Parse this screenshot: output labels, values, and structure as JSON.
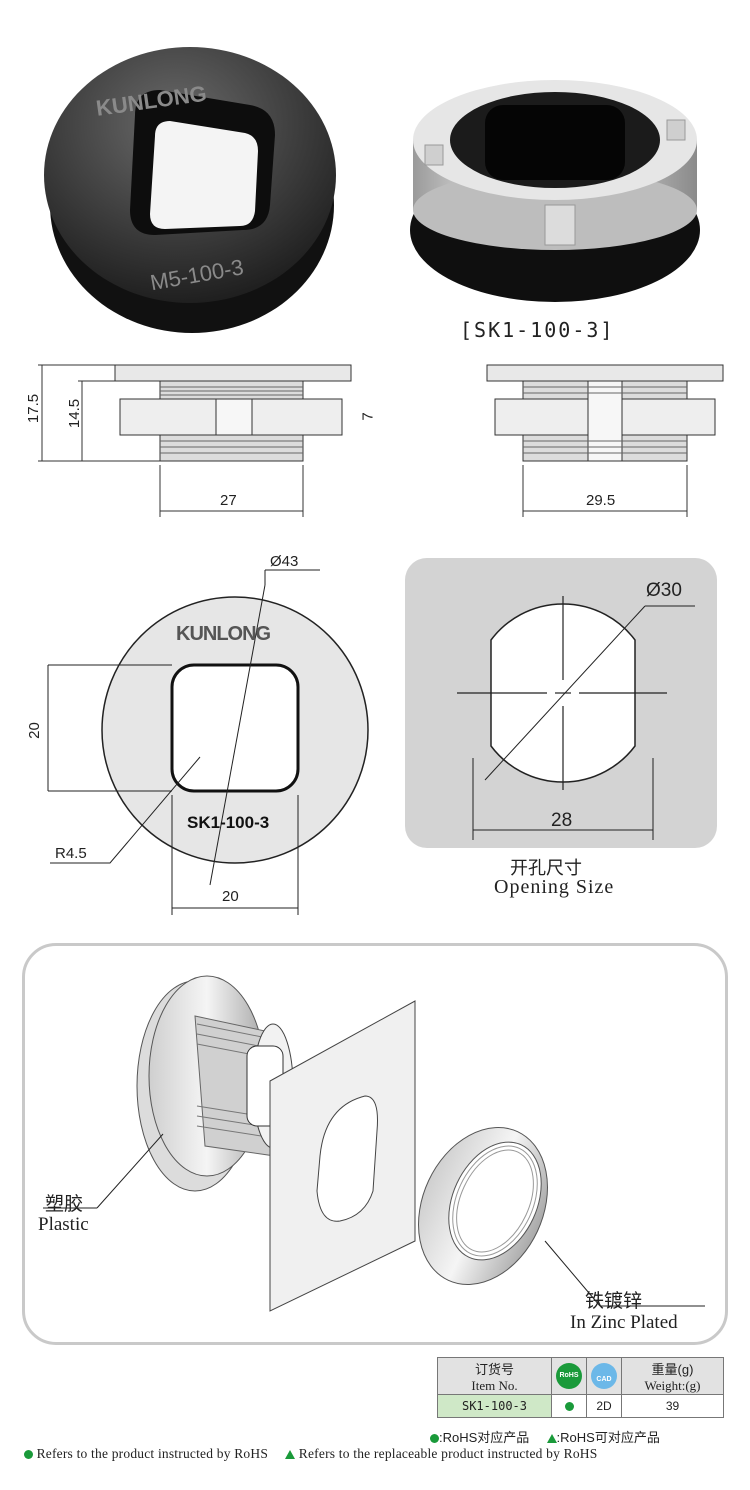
{
  "photo": {
    "left_part_logo": "KUNLONG",
    "left_part_code": "M5-100-3",
    "product_code_label": "[SK1-100-3]"
  },
  "side_views": {
    "left": {
      "height_total": "17.5",
      "height_body": "14.5",
      "width": "27"
    },
    "right": {
      "nut_height": "7",
      "width": "29.5"
    }
  },
  "front_view": {
    "logo": "KUNLONG",
    "diameter": "Ø43",
    "square_height": "20",
    "square_width": "20",
    "radius": "R4.5",
    "part_code": "SK1-100-3"
  },
  "opening": {
    "diameter": "Ø30",
    "flat_width": "28",
    "title_cn": "开孔尺寸",
    "title_en": "Opening Size"
  },
  "assembly": {
    "plastic_cn": "塑胶",
    "plastic_en": "Plastic",
    "zinc_cn": "铁镀锌",
    "zinc_en": "In Zinc Plated"
  },
  "table": {
    "header_item_cn": "订货号",
    "header_item_en": "Item No.",
    "header_rohs_icon": "RoHS",
    "header_cad_icon": "CAD",
    "header_weight_cn": "重量(g)",
    "header_weight_en": "Weight:(g)",
    "row_item": "SK1-100-3",
    "row_cad": "2D",
    "row_weight": "39"
  },
  "legend": {
    "rohs_cn": ":RoHS对应产品",
    "replace_cn": ":RoHS可对应产品",
    "rohs_en": "Refers to the product instructed by RoHS",
    "replace_en": "Refers to the replaceable product instructed by RoHS"
  },
  "colors": {
    "green": "#1a9a3a",
    "table_code_bg": "#cfe8c7",
    "panel": "#d3d3d3"
  }
}
